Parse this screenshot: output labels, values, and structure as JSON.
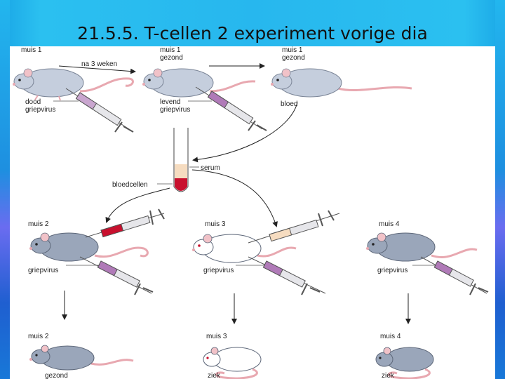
{
  "slide": {
    "title": "21.5.5. T-cellen 2  experiment vorige dia"
  },
  "diagram": {
    "top_row": {
      "mouse1_a_label": "muis 1",
      "arrow_label": "na 3 weken",
      "mouse1_b_label": "muis 1",
      "mouse1_b_state": "gezond",
      "mouse1_c_label": "muis 1",
      "mouse1_c_state": "gezond",
      "syringe1_label_line1": "dood",
      "syringe1_label_line2": "griepvirus",
      "syringe2_label_line1": "levend",
      "syringe2_label_line2": "griepvirus",
      "blood_label": "bloed"
    },
    "tube": {
      "serum_label": "serum",
      "cells_label": "bloedcellen"
    },
    "middle_row": {
      "mouse2_label": "muis 2",
      "mouse2_virus": "griepvirus",
      "mouse3_label": "muis 3",
      "mouse3_virus": "griepvirus",
      "mouse4_label": "muis 4",
      "mouse4_virus": "griepvirus"
    },
    "bottom_row": {
      "mouse2_label": "muis 2",
      "mouse2_state": "gezond",
      "mouse3_label": "muis 3",
      "mouse3_state": "ziek",
      "mouse4_label": "muis 4",
      "mouse4_state": "ziek"
    },
    "colors": {
      "mouse_grey": "#c5cedd",
      "mouse_dark_grey": "#9aa6ba",
      "mouse_white": "#ffffff",
      "tail_pink": "#e8a8b0",
      "virus_purple": "#b07ab8",
      "blood_red": "#c8102e",
      "serum_beige": "#f6dcc0"
    }
  }
}
